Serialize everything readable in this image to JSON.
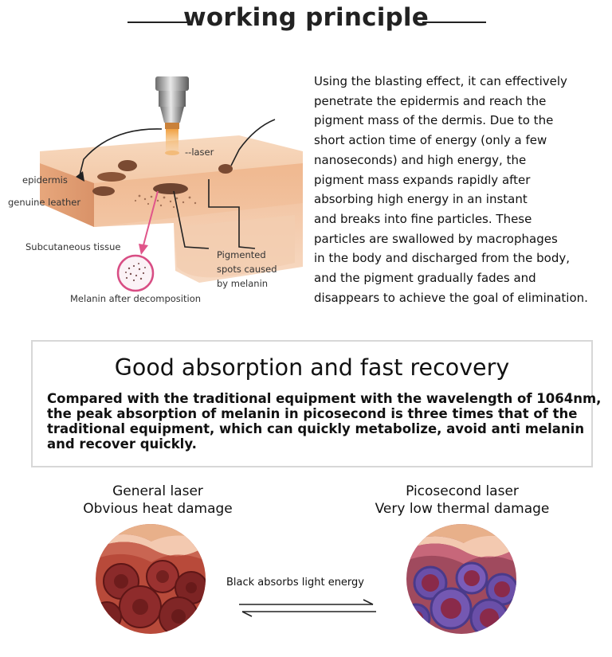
{
  "header": {
    "title": "working principle"
  },
  "diagram": {
    "labels": {
      "laser": "laser",
      "epidermis": "epidermis",
      "genuine_leather": "genuine leather",
      "subcutaneous": "Subcutaneous tissue",
      "pigmented_1": "Pigmented",
      "pigmented_2": "spots caused",
      "pigmented_3": "by melanin",
      "melanin_after": "Melanin after decomposition"
    }
  },
  "description": {
    "lines": [
      "Using the blasting effect, it can effectively",
      "penetrate the epidermis and reach the",
      "pigment mass of the dermis. Due to the",
      "short action time of energy (only a few",
      "nanoseconds) and high energy, the",
      "pigment mass expands rapidly after",
      "absorbing high energy in an instant",
      "and breaks into fine particles. These",
      "particles are swallowed by macrophages",
      "in the body and discharged from the body,",
      "and the pigment gradually fades and",
      "disappears to achieve the goal of elimination."
    ]
  },
  "absorption": {
    "title": "Good absorption and fast recovery",
    "lines": [
      "Compared with the traditional equipment with the wavelength of 1064nm,",
      "the peak absorption of melanin in picosecond is three times that of the",
      "traditional equipment, which can quickly metabolize, avoid anti melanin",
      "and recover quickly."
    ]
  },
  "comparison": {
    "left": {
      "line1": "General laser",
      "line2": "Obvious heat damage"
    },
    "right": {
      "line1": "Picosecond laser",
      "line2": "Very low thermal damage"
    },
    "arrow_label": "Black absorbs light energy"
  },
  "colors": {
    "skin_top": "#f4c9a6",
    "skin_bottom": "#e6a57d",
    "pigment": "#7a4a32",
    "pointer": "#e0558a",
    "damage_red": "#8a1f25",
    "cell_purple": "#6a4fa8"
  }
}
